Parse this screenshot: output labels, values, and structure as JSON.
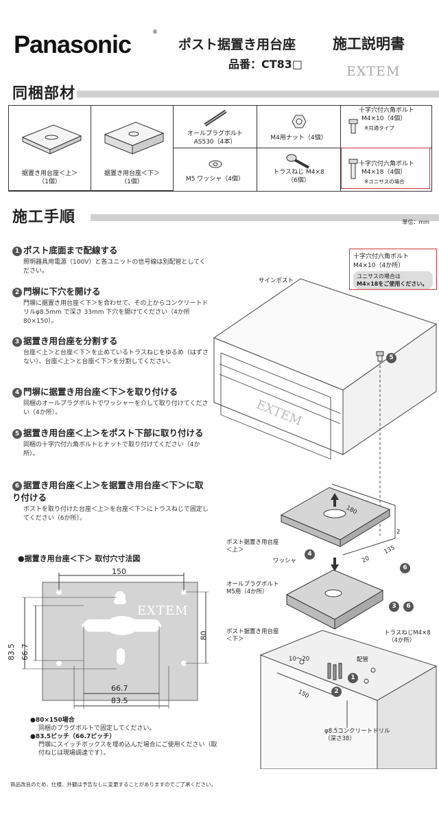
{
  "header": {
    "logo": "Panasonic",
    "logo_mark": "®",
    "title": "ポスト据置き用台座",
    "doc_type": "施工説明書",
    "part_no": "品番：CT83□",
    "brand": "EXTEM"
  },
  "sections": {
    "parts": "同梱部材",
    "procedure": "施工手順"
  },
  "parts": [
    {
      "caption_1": "据置き用台座＜上＞",
      "caption_2": "（1個）",
      "icon": "base-upper-icon"
    },
    {
      "caption_1": "据置き用台座＜下＞",
      "caption_2": "（1個）",
      "icon": "base-lower-icon"
    },
    {
      "caption_1": "オールプラグボルト",
      "caption_2": "AS530（4本）",
      "icon": "anchor-bolt-icon"
    },
    {
      "caption_1": "M4用ナット（4個）",
      "caption_2": "",
      "icon": "nut-icon"
    },
    {
      "caption_1": "十字穴付六角ボルト",
      "caption_2": "M4×10（4個）",
      "caption_3": "※共通タイプ",
      "icon": "hex-bolt-icon"
    },
    {
      "caption_1": "M5 ワッシャ（4個）",
      "caption_2": "",
      "icon": "washer-icon"
    },
    {
      "caption_1": "トラスねじ M4×8",
      "caption_2": "（6個）",
      "icon": "truss-screw-icon"
    },
    {
      "caption_1": "十字穴付六角ボルト",
      "caption_2": "M4×18（4個）",
      "caption_3": "※ユニサスの場合",
      "icon": "hex-bolt-long-icon"
    }
  ],
  "unit": "単位：mm",
  "steps": [
    {
      "num": "1",
      "title": "ポスト底面まで配線する",
      "body": "照明器具用電源（100V）と各ユニットの信号線は別配管としてください。"
    },
    {
      "num": "2",
      "title": "門塀に下穴を開ける",
      "body": "門塀に据置き用台座＜下＞を合わせて、その上からコンクリートドリルφ8.5mm で深さ 33mm 下穴を開けてください（4か所　80×150）。"
    },
    {
      "num": "3",
      "title": "据置き用台座を分割する",
      "body": "台座＜上＞と台座＜下＞を止めているトラスねじをゆるめ（はずさない）、台座＜上＞と台座＜下＞を分割してください。"
    },
    {
      "num": "4",
      "title": "門塀に据置き用台座＜下＞を取り付ける",
      "body": "同梱のオールプラグボルトでワッシャーを介して取り付けてください（4か所）。"
    },
    {
      "num": "5",
      "title": "据置き用台座＜上＞をポスト下部に取り付ける",
      "body": "同梱の十字穴付六角ボルトとナットで取り付けてください（4か所）。"
    },
    {
      "num": "6",
      "title": "据置き用台座＜上＞を据置き用台座＜下＞に取り付ける",
      "body": "ポストを取り付けた台座＜上＞を台座＜下＞にトラスねじで固定してください（6か所）。"
    }
  ],
  "callout": {
    "line1": "十字穴付六角ボルト",
    "line2": "M4×10（4か所）",
    "note1": "ユニサスの場合は",
    "note2": "M4×18をご使用ください。"
  },
  "diagram": {
    "sign_post": "サインポスト",
    "upper_base": "ポスト据置き用台座",
    "upper_sub": "＜上＞",
    "washer": "ワッシャ",
    "plug_bolt": "オールプラグボルト",
    "plug_bolt_sub": "M5用（4か所）",
    "lower_base": "ポスト据置き用台座",
    "lower_sub": "＜下＞",
    "truss": "トラスねじM4×8",
    "truss_sub": "（4か所）",
    "wiring": "配管",
    "drill": "φ8.5コンクリートドリル",
    "drill_sub": "（深さ38）",
    "dim_180": "180",
    "dim_2": "2",
    "dim_20": "20",
    "dim_135": "135",
    "dim_150": "150",
    "dim_10_20": "10～20",
    "brand_on_post": "EXTEM"
  },
  "dimension_drawing": {
    "title": "●据置き用台座＜下＞ 取付穴寸法図",
    "w150": "150",
    "h83_5": "83.5",
    "h66_7": "66.7",
    "h80": "80",
    "w66_7": "66.7",
    "w83_5": "83.5",
    "brand": "EXTEM"
  },
  "notes": [
    {
      "bullet": "●80×150場合",
      "text": "同梱のプラグボルトで固定してください。"
    },
    {
      "bullet": "●83.5ピッチ（66.7ピッチ）",
      "text": "門塀にスイッチボックスを埋め込んだ場合にご使用ください（取付ねじは現場調達です）。"
    }
  ],
  "footer": "商品改良のため、仕様、外観は予告なしに変更することがありますのでご了承ください。"
}
